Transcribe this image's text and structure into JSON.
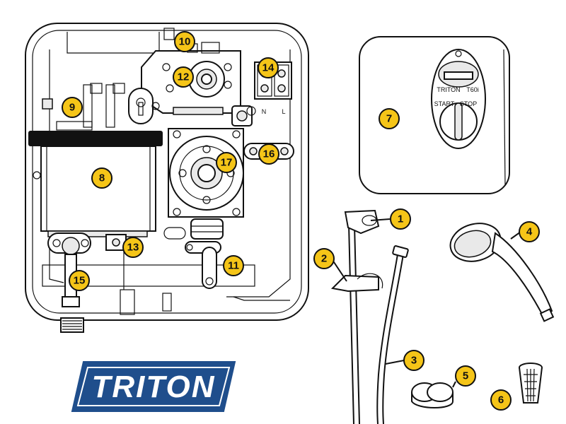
{
  "brand": {
    "logo_text": "TRITON",
    "cover_brand": "TRITON",
    "cover_model": "T60i",
    "knob_start": "START",
    "knob_stop": "STOP"
  },
  "terminals": {
    "neutral": "N",
    "live": "L"
  },
  "part_labels": [
    {
      "id": "1",
      "text": "1"
    },
    {
      "id": "2",
      "text": "2"
    },
    {
      "id": "3",
      "text": "3"
    },
    {
      "id": "4",
      "text": "4"
    },
    {
      "id": "5",
      "text": "5"
    },
    {
      "id": "6",
      "text": "6"
    },
    {
      "id": "7",
      "text": "7"
    },
    {
      "id": "8",
      "text": "8"
    },
    {
      "id": "9",
      "text": "9"
    },
    {
      "id": "10",
      "text": "10"
    },
    {
      "id": "11",
      "text": "11"
    },
    {
      "id": "12",
      "text": "12"
    },
    {
      "id": "13",
      "text": "13"
    },
    {
      "id": "14",
      "text": "14"
    },
    {
      "id": "15",
      "text": "15"
    },
    {
      "id": "16",
      "text": "16"
    },
    {
      "id": "17",
      "text": "17"
    }
  ],
  "colors": {
    "label_fill": "#f5c518",
    "logo_blue": "#1f4e8c",
    "outline": "#111111"
  }
}
